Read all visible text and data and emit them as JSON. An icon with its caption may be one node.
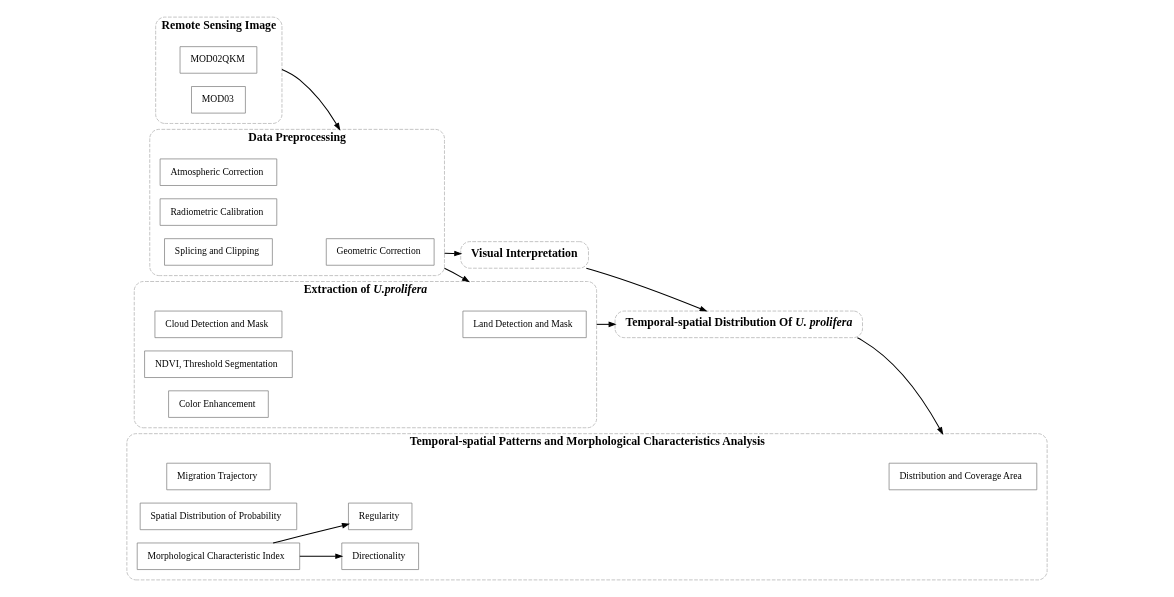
{
  "diagram": {
    "nodes": [
      {
        "text": [
          "Remote Sensing Image"
        ]
      },
      {
        "text": [
          "MOD02QKM"
        ],
        "in": 0
      },
      {
        "text": [
          "MOD03"
        ],
        "in": 0
      },
      {
        "text": [
          "Data Preprocessing"
        ]
      },
      {
        "text": [
          "Geometric Correction"
        ],
        "in": 3
      },
      {
        "text": [
          "Atmospheric Correction"
        ],
        "in": 3
      },
      {
        "text": [
          "Radiometric Calibration"
        ],
        "in": 3
      },
      {
        "text": [
          "Splicing and Clipping"
        ],
        "in": 3
      },
      {
        "text": [
          "Extraction of *U.prolifera*"
        ]
      },
      {
        "text": [
          "Land Detection and Mask"
        ],
        "in": 8
      },
      {
        "text": [
          "Cloud Detection and Mask"
        ],
        "in": 8
      },
      {
        "text": [
          "NDVI, Threshold Segmentation"
        ],
        "in": 8
      },
      {
        "text": [
          "Color Enhancement"
        ],
        "in": 8
      },
      {
        "text": [
          "Visual Interpretation"
        ]
      },
      {
        "text": [
          "Temporal-spatial Distribution Of *U. prolifera*"
        ]
      },
      {
        "text": [
          "Temporal-spatial Patterns and Morphological Characteristics Analysis"
        ]
      },
      {
        "text": [
          "Distribution and Coverage Area"
        ],
        "in": 15
      },
      {
        "text": [
          "Migration Trajectory"
        ],
        "in": 15
      },
      {
        "text": [
          "Directionality"
        ],
        "in": 15
      },
      {
        "text": [
          "Spatial Distribution of Probability"
        ],
        "in": 15
      },
      {
        "text": [
          "Morphological Characteristic Index"
        ],
        "in": 15
      },
      {
        "text": [
          "Regularity"
        ],
        "in": 15
      }
    ],
    "edges": [
      {
        "from": 0,
        "to": 3,
        "arrow": "to"
      },
      {
        "from": 3,
        "to": 8,
        "arrow": "to"
      },
      {
        "from": 3,
        "to": 13,
        "arrow": "to"
      },
      {
        "from": 8,
        "to": 14,
        "arrow": "to"
      },
      {
        "from": 13,
        "to": 14,
        "arrow": "to"
      },
      {
        "from": 14,
        "to": 15,
        "arrow": "to"
      },
      {
        "from": 20,
        "to": 18,
        "arrow": "to"
      },
      {
        "from": 20,
        "to": 21,
        "arrow": "to"
      }
    ]
  }
}
